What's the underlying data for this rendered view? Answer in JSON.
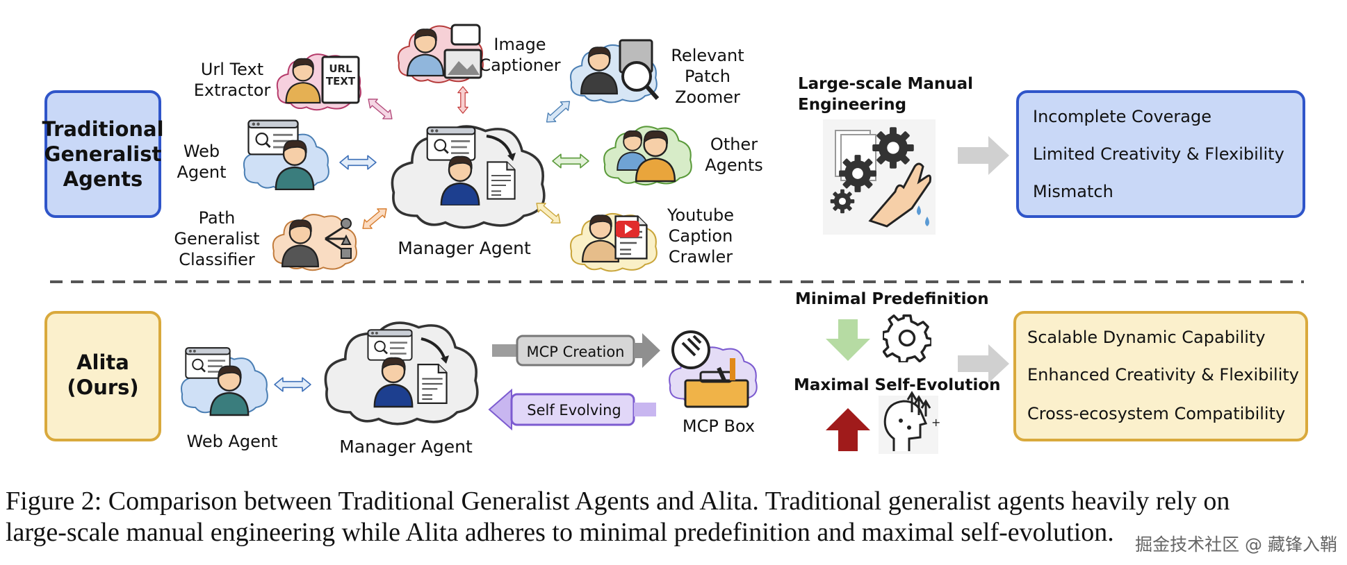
{
  "traditional": {
    "title_lines": [
      "Traditional",
      "Generalist",
      "Agents"
    ],
    "agents": {
      "url_text_extractor": [
        "Url Text",
        "Extractor"
      ],
      "url_text_doc": [
        "URL",
        "TEXT"
      ],
      "web_agent": [
        "Web",
        "Agent"
      ],
      "path_classifier": [
        "Path",
        "Generalist",
        "Classifier"
      ],
      "image_captioner": [
        "Image",
        "Captioner"
      ],
      "relevant_patch_zoomer": [
        "Relevant",
        "Patch",
        "Zoomer"
      ],
      "other_agents": [
        "Other",
        "Agents"
      ],
      "youtube_caption_crawler": [
        "Youtube",
        "Caption",
        "Crawler"
      ],
      "manager": "Manager Agent"
    },
    "engineering_label": [
      "Large-scale Manual",
      "Engineering"
    ],
    "outcomes": [
      "Incomplete Coverage",
      "Limited Creativity & Flexibility",
      "Mismatch"
    ]
  },
  "alita": {
    "title_lines": [
      "Alita",
      "(Ours)"
    ],
    "web_agent": "Web Agent",
    "manager": "Manager Agent",
    "mcp_creation": "MCP Creation",
    "self_evolving": "Self Evolving",
    "mcp_box": "MCP Box",
    "minimal": "Minimal Predefinition",
    "maximal": "Maximal Self-Evolution",
    "outcomes": [
      "Scalable Dynamic Capability",
      "Enhanced Creativity & Flexibility",
      "Cross-ecosystem Compatibility"
    ]
  },
  "caption": {
    "line1": "Figure 2: Comparison between Traditional Generalist Agents and Alita. Traditional generalist agents heavily rely on",
    "line2": "large-scale manual engineering while Alita adheres to minimal predefinition and maximal self-evolution."
  },
  "watermark": "掘金技术社区 @ 藏锋入鞘",
  "colors": {
    "blue_box": "#c9d8f7",
    "blue_border": "#2f55c9",
    "yellow_box": "#fbf0cc",
    "yellow_border": "#d9a93c",
    "gray_arrow": "#a4a4a4",
    "purple_arrow": "#b9a6ea",
    "green_arrow": "#a8d49a",
    "red_arrow": "#a01b1b"
  }
}
